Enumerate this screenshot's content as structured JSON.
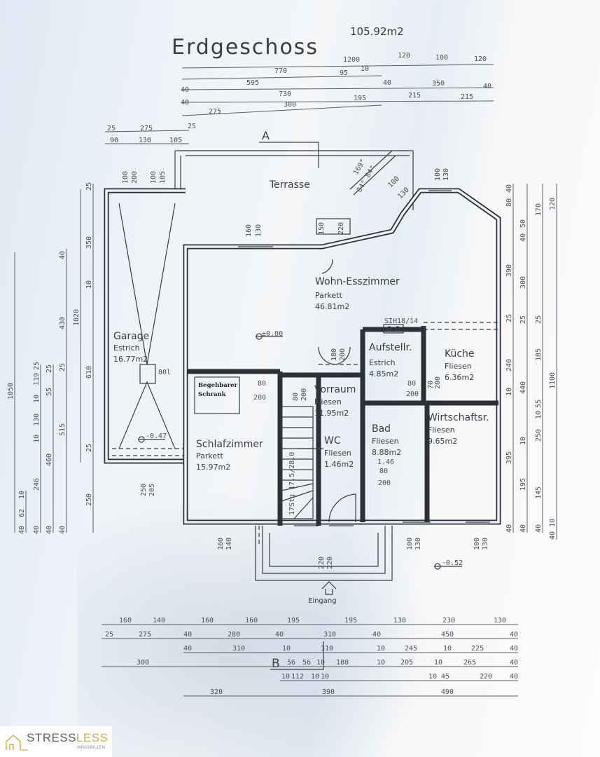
{
  "plan": {
    "title": "Erdgeschoss",
    "total_area": "105.92m2",
    "section_a": "A",
    "section_b": "B",
    "terrace": "Terrasse",
    "entrance": "Eingang",
    "chimney": "SIH18/14",
    "walk_in_closet_line1": "Begehbarer",
    "walk_in_closet_line2": "Schrank",
    "tank": "80l",
    "stairs": "17Stg 17.5/28.0",
    "level_zero": "±0.00",
    "level_garage": "-0.47",
    "level_outside": "-0.52",
    "angle_main": "169°",
    "angle_pair": "84° 84°"
  },
  "rooms": [
    {
      "name": "Wohn-Esszimmer",
      "floor": "Parkett",
      "area": "46.81m2"
    },
    {
      "name": "Garage",
      "floor": "Estrich",
      "area": "16.77m2"
    },
    {
      "name": "Aufstellr.",
      "floor": "Estrich",
      "area": "4.85m2"
    },
    {
      "name": "Küche",
      "floor": "Fliesen",
      "area": "6.36m2"
    },
    {
      "name": "Vorraum",
      "floor": "Fliesen",
      "area": "11.95m2"
    },
    {
      "name": "Schlafzimmer",
      "floor": "Parkett",
      "area": "15.97m2"
    },
    {
      "name": "WC",
      "floor": "Fliesen",
      "area": "1.46m2"
    },
    {
      "name": "Bad",
      "floor": "Fliesen",
      "area": "8.88m2"
    },
    {
      "name": "Wirtschaftsr.",
      "floor": "Fliesen",
      "area": "9.65m2"
    }
  ],
  "dimensions": {
    "top": [
      [
        "1200",
        "120",
        "100",
        "120"
      ],
      [
        "770",
        "95",
        "10"
      ],
      [
        "40",
        "595",
        "40",
        "350",
        "40"
      ],
      [
        "40",
        "730",
        "215",
        "215"
      ],
      [
        "275",
        "300",
        "195"
      ],
      [
        "25",
        "275",
        "25"
      ],
      [
        "90",
        "130",
        "105"
      ]
    ],
    "bottom": [
      [
        "160",
        "140",
        "160",
        "160",
        "195",
        "195",
        "130",
        "230",
        "130"
      ],
      [
        "25",
        "275",
        "40",
        "280",
        "40",
        "310",
        "40",
        "450",
        "40"
      ],
      [
        "40",
        "310",
        "10",
        "310",
        "10",
        "245",
        "10",
        "225",
        "40"
      ],
      [
        "300",
        "56",
        "56",
        "10",
        "188",
        "10",
        "205",
        "10",
        "265",
        "40"
      ],
      [
        "10",
        "112",
        "10",
        "10",
        "10",
        "45",
        "220",
        "40"
      ],
      [
        "320",
        "390",
        "490"
      ]
    ],
    "left": [
      [
        "1050"
      ],
      [
        "40",
        "62",
        "10"
      ],
      [
        "40",
        "246",
        "10",
        "130",
        "10",
        "119",
        "25"
      ],
      [
        "40",
        "460",
        "55",
        "25"
      ],
      [
        "40",
        "515",
        "25",
        "430",
        "40"
      ],
      [
        "1020"
      ],
      [
        "250",
        "25",
        "610",
        "10",
        "350",
        "25"
      ]
    ],
    "right": [
      [
        "80",
        "40",
        "390",
        "25",
        "240",
        "10",
        "395",
        "40"
      ],
      [
        "40",
        "50",
        "300",
        "25",
        "440",
        "10",
        "195",
        "40"
      ],
      [
        "170",
        "25",
        "185",
        "55",
        "10",
        "250",
        "145",
        "40"
      ],
      [
        "120",
        "1100",
        "10",
        "40"
      ]
    ],
    "openings": [
      "100",
      "200",
      "100",
      "105",
      "160",
      "130",
      "150",
      "220",
      "100",
      "130",
      "100",
      "130",
      "180",
      "200",
      "80",
      "200",
      "80",
      "200",
      "80",
      "200",
      "70",
      "200",
      "1.46",
      "80",
      "200",
      "250",
      "205",
      "160",
      "140",
      "220",
      "220",
      "100",
      "130",
      "100",
      "130"
    ]
  },
  "logo": {
    "brand_a": "STRESS",
    "brand_b": "LESS",
    "sub": "IMMOBILIEN"
  }
}
